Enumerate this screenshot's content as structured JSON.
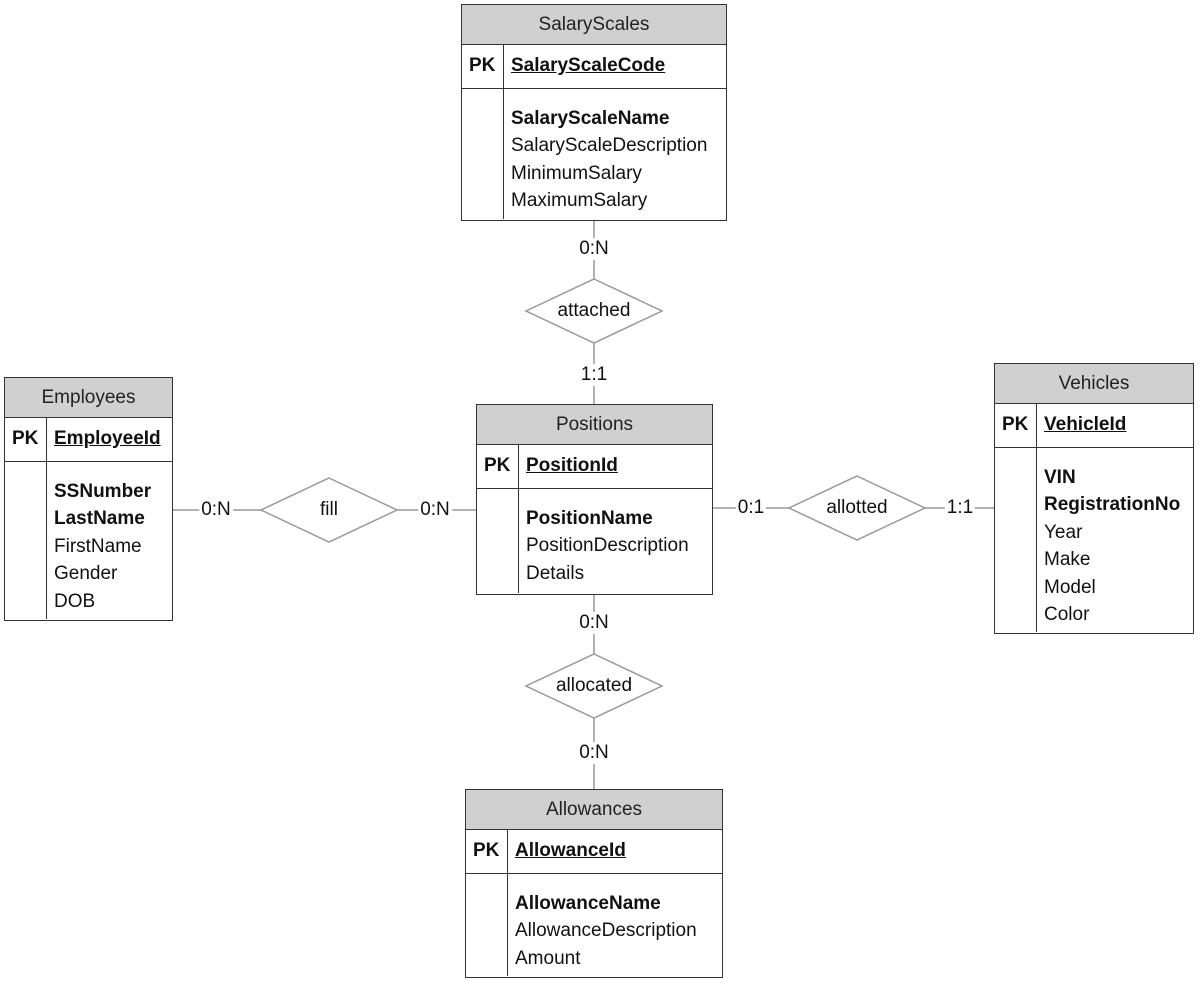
{
  "entities": {
    "salary_scales": {
      "title": "SalaryScales",
      "pk_label": "PK",
      "pk_field": "SalaryScaleCode",
      "attributes": [
        {
          "name": "SalaryScaleName",
          "bold": true
        },
        {
          "name": "SalaryScaleDescription",
          "bold": false
        },
        {
          "name": "MinimumSalary",
          "bold": false
        },
        {
          "name": "MaximumSalary",
          "bold": false
        }
      ]
    },
    "employees": {
      "title": "Employees",
      "pk_label": "PK",
      "pk_field": "EmployeeId",
      "attributes": [
        {
          "name": "SSNumber",
          "bold": true
        },
        {
          "name": "LastName",
          "bold": true
        },
        {
          "name": "FirstName",
          "bold": false
        },
        {
          "name": "Gender",
          "bold": false
        },
        {
          "name": "DOB",
          "bold": false
        }
      ]
    },
    "positions": {
      "title": "Positions",
      "pk_label": "PK",
      "pk_field": "PositionId",
      "attributes": [
        {
          "name": "PositionName",
          "bold": true
        },
        {
          "name": "PositionDescription",
          "bold": false
        },
        {
          "name": "Details",
          "bold": false
        }
      ]
    },
    "vehicles": {
      "title": "Vehicles",
      "pk_label": "PK",
      "pk_field": "VehicleId",
      "attributes": [
        {
          "name": "VIN",
          "bold": true
        },
        {
          "name": "RegistrationNo",
          "bold": true
        },
        {
          "name": "Year",
          "bold": false
        },
        {
          "name": "Make",
          "bold": false
        },
        {
          "name": "Model",
          "bold": false
        },
        {
          "name": "Color",
          "bold": false
        }
      ]
    },
    "allowances": {
      "title": "Allowances",
      "pk_label": "PK",
      "pk_field": "AllowanceId",
      "attributes": [
        {
          "name": "AllowanceName",
          "bold": true
        },
        {
          "name": "AllowanceDescription",
          "bold": false
        },
        {
          "name": "Amount",
          "bold": false
        }
      ]
    }
  },
  "relationships": {
    "attached": {
      "label": "attached",
      "card_top": "0:N",
      "card_bottom": "1:1"
    },
    "fill": {
      "label": "fill",
      "card_left": "0:N",
      "card_right": "0:N"
    },
    "allotted": {
      "label": "allotted",
      "card_left": "0:1",
      "card_right": "1:1"
    },
    "allocated": {
      "label": "allocated",
      "card_top": "0:N",
      "card_bottom": "0:N"
    }
  },
  "colors": {
    "header_fill": "#d0d0d0",
    "border": "#333333",
    "connector": "#999999"
  }
}
